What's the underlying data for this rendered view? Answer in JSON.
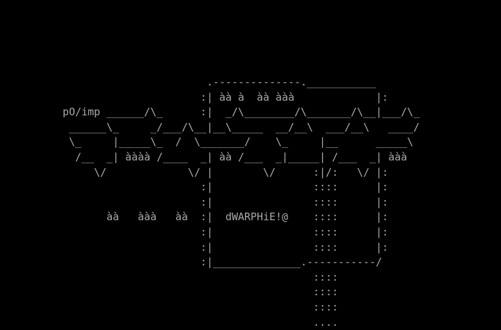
{
  "screen": {
    "background": "#000000",
    "text_color": "#a8a8a8",
    "lines": [
      "                                 .--------------.___________",
      "                                :| àà à  àà ààà             |:",
      "          pO/imp ______/\\_      :|  _/\\________/\\_______/\\__|___/\\_",
      "           ______\\_     _/___/\\__|__\\_____  __/__\\  ___/__\\   ____/",
      "           \\_     |_____\\_  /  \\_______/    \\_     |__      _____\\",
      "            /__  _| àààà /____  _| àà /___  _|_____| /___  _| ààà",
      "               \\/             \\/ |        \\/      :|/:   \\/ |:",
      "                                :|                ::::      |:",
      "                                :|                ::::      |:",
      "                 àà   ààà   àà  :|  dWARPHiE!@    ::::      |:",
      "                                :|                ::::      |:",
      "                                :|                ::::      |:",
      "                                :|______________.-----------/",
      "                                                  ::::",
      "                                                  ::::",
      "                                                  ::::",
      "                                                  ...."
    ]
  }
}
